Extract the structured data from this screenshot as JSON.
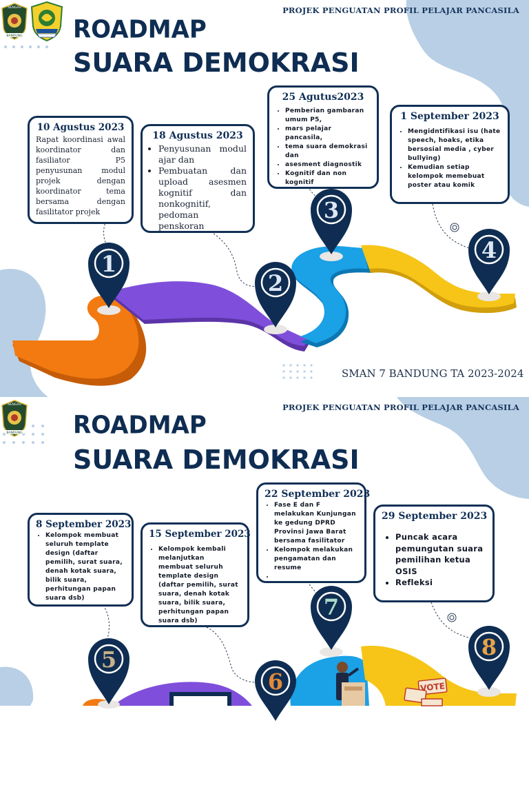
{
  "header": "PROJEK PENGUATAN PROFIL PELAJAR PANCASILA",
  "title_line1": "ROADMAP",
  "title_line2": "SUARA DEMOKRASI",
  "footer": "SMAN 7 BANDUNG TA 2023-2024",
  "colors": {
    "navy": "#0f2d52",
    "orange": "#f27a11",
    "purple": "#7f4fdb",
    "blue": "#1aa1e6",
    "yellow": "#f6c517",
    "decoration": "#b8cfe5"
  },
  "logos": {
    "school_text_top": "NENGAH",
    "school_text_bottom": "BANDUNG"
  },
  "slide1": {
    "cards": [
      {
        "date": "10 Agustus 2023",
        "text": "Rapat koordinasi awal koordinator dan fasiliator P5 penyusunan modul projek dengan koordinator tema bersama dengan fasilitator projek"
      },
      {
        "date": "18 Agustus 2023",
        "items": [
          "Penyusunan modul ajar dan",
          "Pembuatan dan upload asesmen kognitif dan nonkognitif, pedoman penskoran"
        ]
      },
      {
        "date": "25  Agutus2023",
        "items": [
          "Pemberian gambaran umum P5,",
          "mars pelajar pancasila,",
          "tema suara demokrasi dan",
          "asesment diagnostik",
          "Kognitif dan non kognitif"
        ]
      },
      {
        "date": "1 September 2023",
        "items": [
          "Mengidntifikasi isu (hate speech, hoaks, etika bersosial media , cyber bullying)",
          "Kemudian setiap kelompok memebuat poster atau komik"
        ]
      }
    ],
    "pins": [
      "1",
      "2",
      "3",
      "4"
    ]
  },
  "slide2": {
    "cards": [
      {
        "date": "8  September 2023",
        "items": [
          "Kelompok membuat seluruh template design (daftar pemilih, surat suara, denah kotak suara, bilik suara, perhitungan papan suara dsb)"
        ]
      },
      {
        "date": "15  September 2023",
        "items": [
          "Kelompok kembali melanjutkan membuat seluruh template design (daftar pemilih, surat suara, denah kotak suara, bilik suara, perhitungan papan suara dsb)"
        ]
      },
      {
        "date": "22 September 2023",
        "items": [
          "Fase E dan F melakukan Kunjungan ke gedung DPRD Provinsi Jawa Barat bersama fasilitator",
          "Kelompok melakukan pengamatan dan resume",
          ""
        ]
      },
      {
        "date": "29 September 2023",
        "items": [
          "Puncak acara pemungutan suara pemilihan ketua OSIS",
          "Refleksi"
        ]
      }
    ],
    "pins": [
      "5",
      "6",
      "7",
      "8"
    ],
    "vote_sign": "VOTE"
  }
}
